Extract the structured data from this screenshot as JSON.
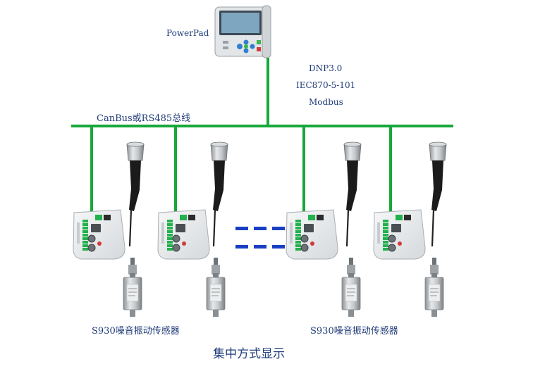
{
  "colors": {
    "bus": "#18a83a",
    "text": "#1f3a78",
    "ellipsis": "#1a3fc4",
    "device_body": "#e9ecee",
    "terminal": "#23b14d",
    "sensor_metal": "#b8bcbf",
    "handle": "#1b1b1b"
  },
  "labels": {
    "master": "PowerPad",
    "protocols": [
      "DNP3.0",
      "IEC870-5-101",
      "Modbus"
    ],
    "bus": "CanBus或RS485总线",
    "sensor_left": "S930噪音振动传感器",
    "sensor_right": "S930噪音振动传感器",
    "caption": "集中方式显示"
  },
  "icons": {
    "master": "powerpad-hmi-terminal-icon",
    "device": "monitoring-unit-icon",
    "probe": "handheld-probe-icon",
    "sensor": "vibration-sensor-icon"
  },
  "units": [
    "unit-1",
    "unit-2",
    "unit-3",
    "unit-4"
  ]
}
